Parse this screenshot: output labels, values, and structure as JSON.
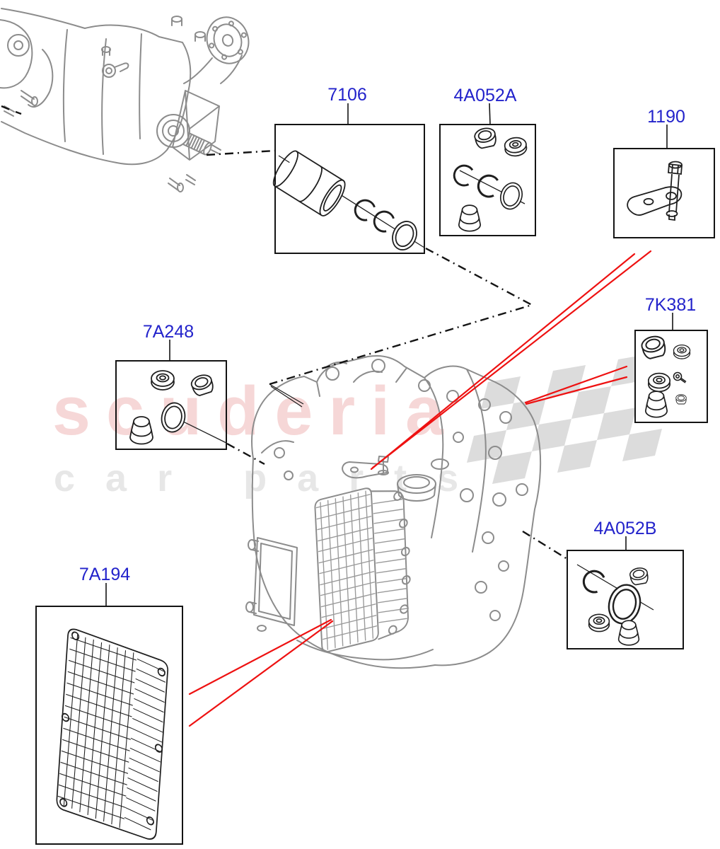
{
  "diagram": {
    "description": "Transmission external components exploded parts diagram",
    "watermark": {
      "line1": "scuderia",
      "line2": "car parts"
    },
    "parts": [
      {
        "id": "7106",
        "label": "7106"
      },
      {
        "id": "4A052A",
        "label": "4A052A"
      },
      {
        "id": "1190",
        "label": "1190"
      },
      {
        "id": "7A248",
        "label": "7A248"
      },
      {
        "id": "7K381",
        "label": "7K381"
      },
      {
        "id": "4A052B",
        "label": "4A052B"
      },
      {
        "id": "7A194",
        "label": "7A194"
      }
    ],
    "colors": {
      "label_blue": "#2323cb",
      "callout_red": "#ee1111",
      "sketch_gray": "#8c8c8c",
      "part_ink": "#1f1f1f",
      "watermark_pink": "#f6d7d7",
      "watermark_gray": "#e7e7e7",
      "checker_gray": "#dcdcdc"
    }
  }
}
